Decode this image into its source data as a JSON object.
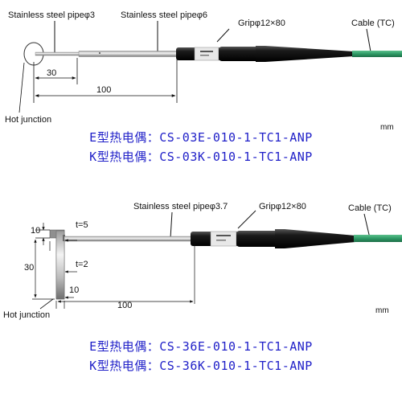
{
  "top": {
    "label_pipe_small": "Stainless steel pipeφ3",
    "label_pipe_large": "Stainless steel pipeφ6",
    "label_grip": "Gripφ12×80",
    "label_cable": "Cable (TC)",
    "label_hot_junction": "Hot junction",
    "dim_30": "30",
    "dim_100": "100",
    "unit": "mm",
    "model_e": "E型热电偶：CS-03E-010-1-TC1-ANP",
    "model_k": "K型热电偶：CS-03K-010-1-TC1-ANP"
  },
  "bottom": {
    "label_pipe": "Stainless steel pipeφ3.7",
    "label_grip": "Gripφ12×80",
    "label_cable": "Cable (TC)",
    "label_hot_junction": "Hot junction",
    "dim_t5": "t=5",
    "dim_t2": "t=2",
    "dim_10_top": "10",
    "dim_30": "30",
    "dim_10_bottom": "10",
    "dim_100": "100",
    "unit": "mm",
    "model_e": "E型热电偶：CS-36E-010-1-TC1-ANP",
    "model_k": "K型热电偶：CS-36K-010-1-TC1-ANP"
  },
  "colors": {
    "cable": "#2e9a66",
    "model_text": "#1f1fc8",
    "grip": "#141414"
  }
}
